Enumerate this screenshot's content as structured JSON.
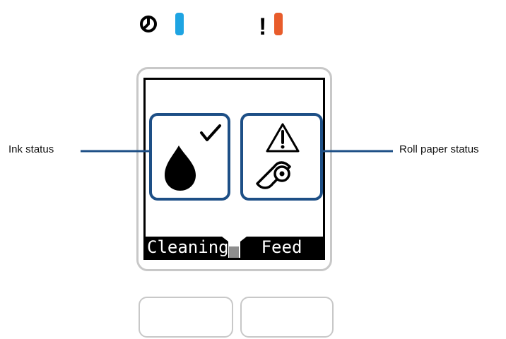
{
  "top_indicators": {
    "power_icon": "power-icon",
    "ink_light_color": "#1ea4e2",
    "alert_symbol": "!",
    "alert_light_color": "#e85c2b"
  },
  "screen": {
    "ink_panel": {
      "icon": "ink-drop-check-icon"
    },
    "paper_panel": {
      "icon": "roll-paper-warning-icon"
    },
    "buttons": {
      "cleaning_label": "Cleaning",
      "feed_label": "Feed"
    }
  },
  "callouts": {
    "ink_status": "Ink status",
    "roll_paper_status": "Roll paper status"
  },
  "colors": {
    "callout_line": "#1d4f86",
    "frame_gray": "#c8c8c8"
  }
}
